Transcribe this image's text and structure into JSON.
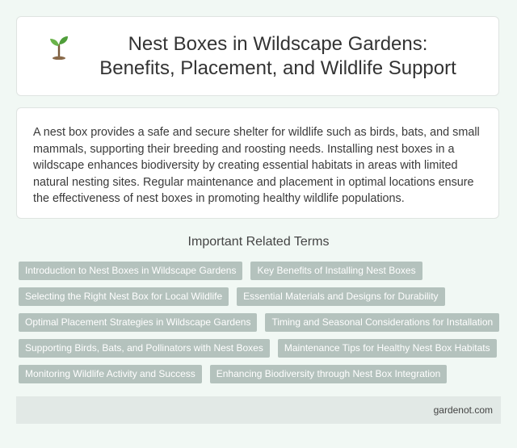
{
  "header": {
    "icon": "seedling-icon",
    "title": "Nest Boxes in Wildscape Gardens: Benefits, Placement, and Wildlife Support"
  },
  "intro": {
    "text": "A nest box provides a safe and secure shelter for wildlife such as birds, bats, and small mammals, supporting their breeding and roosting needs. Installing nest boxes in a wildscape enhances biodiversity by creating essential habitats in areas with limited natural nesting sites. Regular maintenance and placement in optimal locations ensure the effectiveness of nest boxes in promoting healthy wildlife populations."
  },
  "related": {
    "heading": "Important Related Terms",
    "terms": [
      "Introduction to Nest Boxes in Wildscape Gardens",
      "Key Benefits of Installing Nest Boxes",
      "Selecting the Right Nest Box for Local Wildlife",
      "Essential Materials and Designs for Durability",
      "Optimal Placement Strategies in Wildscape Gardens",
      "Timing and Seasonal Considerations for Installation",
      "Supporting Birds, Bats, and Pollinators with Nest Boxes",
      "Maintenance Tips for Healthy Nest Box Habitats",
      "Monitoring Wildlife Activity and Success",
      "Enhancing Biodiversity through Nest Box Integration"
    ]
  },
  "footer": {
    "site": "gardenot.com"
  },
  "colors": {
    "background": "#f1f8f4",
    "tag_background": "#b4c2bd",
    "footer_background": "#e2e9e6"
  }
}
